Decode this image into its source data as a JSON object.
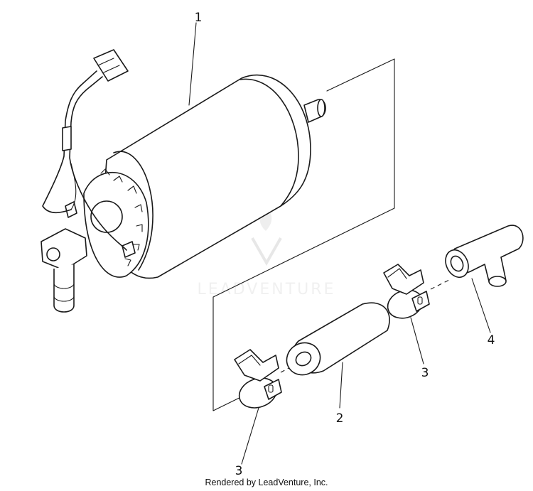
{
  "diagram": {
    "callouts": [
      "1",
      "2",
      "3",
      "3",
      "4"
    ],
    "watermark_text": "LEADVENTURE",
    "footer": "Rendered by LeadVenture, Inc."
  }
}
